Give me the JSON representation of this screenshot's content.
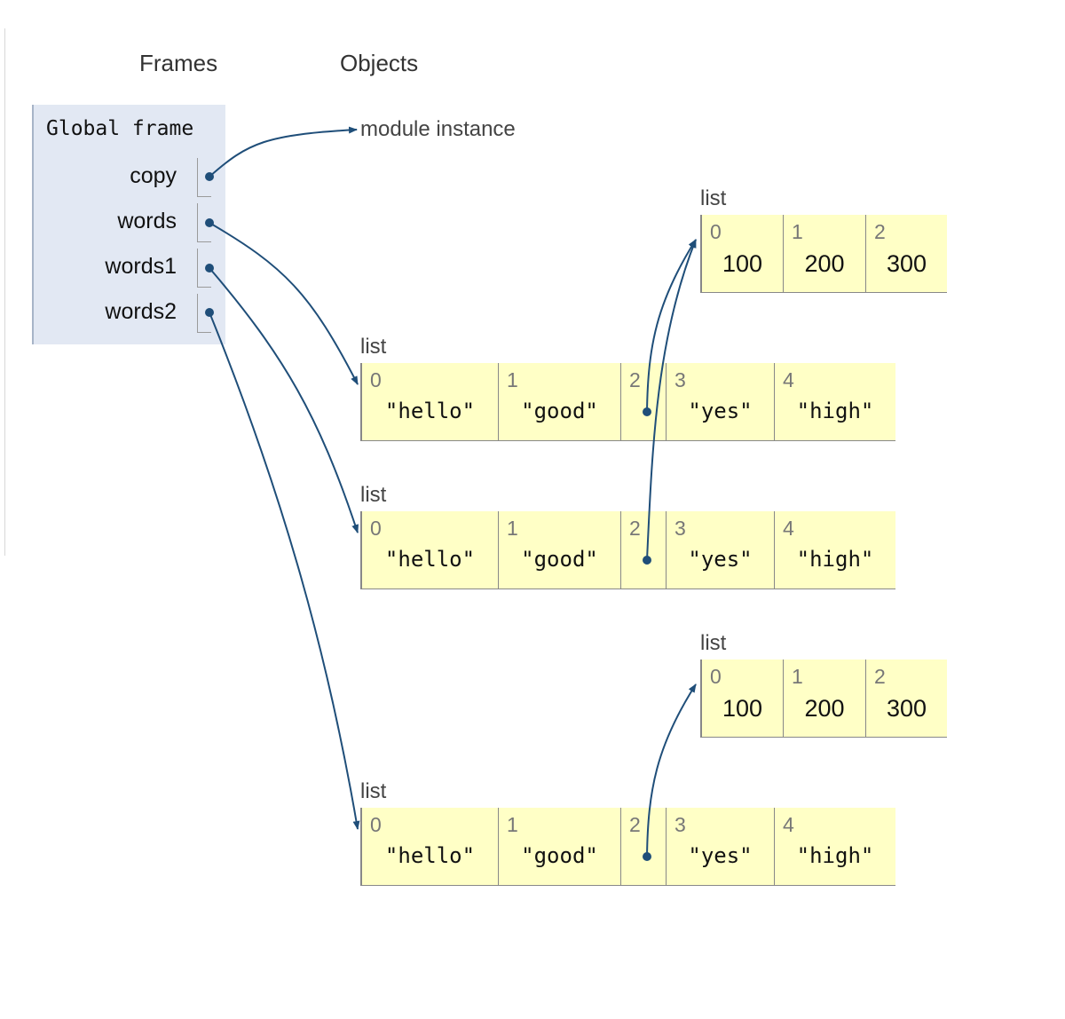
{
  "headers": {
    "frames": "Frames",
    "objects": "Objects"
  },
  "global_frame": {
    "title": "Global frame",
    "variables": [
      {
        "name": "copy",
        "points_to": "module_instance"
      },
      {
        "name": "words",
        "points_to": "list_words"
      },
      {
        "name": "words1",
        "points_to": "list_words1"
      },
      {
        "name": "words2",
        "points_to": "list_words2"
      }
    ]
  },
  "objects": {
    "module_instance": {
      "label": "module instance"
    },
    "list_nums_a": {
      "label": "list",
      "items": [
        {
          "index": "0",
          "value": "100"
        },
        {
          "index": "1",
          "value": "200"
        },
        {
          "index": "2",
          "value": "300"
        }
      ]
    },
    "list_words": {
      "label": "list",
      "items": [
        {
          "index": "0",
          "value": "\"hello\""
        },
        {
          "index": "1",
          "value": "\"good\""
        },
        {
          "index": "2",
          "value": "",
          "pointer_to": "list_nums_a"
        },
        {
          "index": "3",
          "value": "\"yes\""
        },
        {
          "index": "4",
          "value": "\"high\""
        }
      ]
    },
    "list_words1": {
      "label": "list",
      "items": [
        {
          "index": "0",
          "value": "\"hello\""
        },
        {
          "index": "1",
          "value": "\"good\""
        },
        {
          "index": "2",
          "value": "",
          "pointer_to": "list_nums_a"
        },
        {
          "index": "3",
          "value": "\"yes\""
        },
        {
          "index": "4",
          "value": "\"high\""
        }
      ]
    },
    "list_nums_b": {
      "label": "list",
      "items": [
        {
          "index": "0",
          "value": "100"
        },
        {
          "index": "1",
          "value": "200"
        },
        {
          "index": "2",
          "value": "300"
        }
      ]
    },
    "list_words2": {
      "label": "list",
      "items": [
        {
          "index": "0",
          "value": "\"hello\""
        },
        {
          "index": "1",
          "value": "\"good\""
        },
        {
          "index": "2",
          "value": "",
          "pointer_to": "list_nums_b"
        },
        {
          "index": "3",
          "value": "\"yes\""
        },
        {
          "index": "4",
          "value": "\"high\""
        }
      ]
    }
  },
  "colors": {
    "frame_bg": "#e2e8f3",
    "list_bg": "#ffffc6",
    "arrow": "#1f4e79"
  }
}
